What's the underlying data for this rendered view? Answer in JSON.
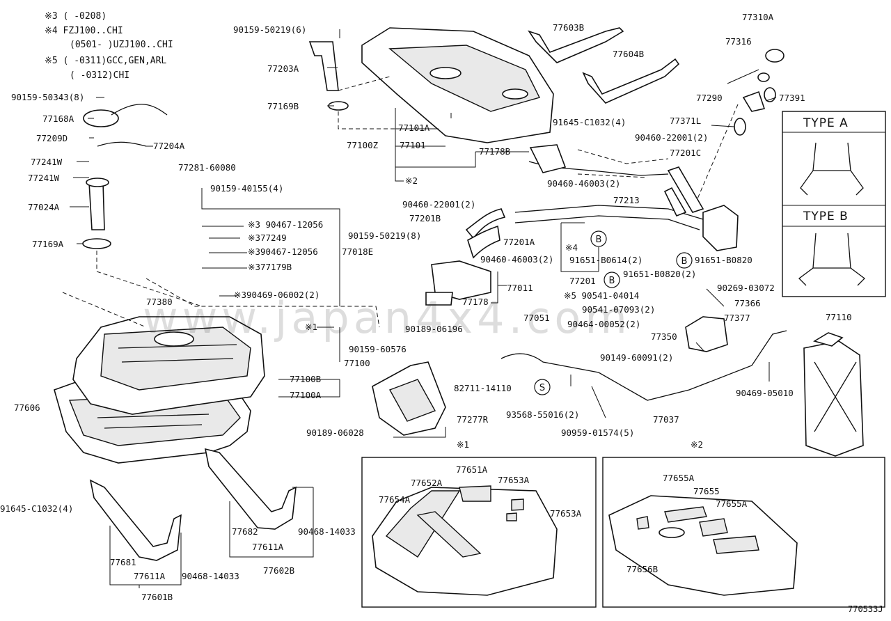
{
  "notes": [
    "※3 (     -0208)",
    "※4 FZJ100..CHI",
    "(0501-     )UZJ100..CHI",
    "※5 (     -0311)GCC,GEN,ARL",
    "(     -0312)CHI"
  ],
  "type_labels": [
    "TYPE A",
    "TYPE B"
  ],
  "sub_markers": [
    "※1",
    "※2"
  ],
  "circle_markers": [
    "B",
    "B",
    "B",
    "S"
  ],
  "watermark": "www.japan4x4.com",
  "reference": "770533J",
  "parts": [
    "90159-50219(6)",
    "77203A",
    "77169B",
    "90159-50343(8)",
    "77168A",
    "77209D",
    "77204A",
    "77241W",
    "77241W",
    "77281-60080",
    "77024A",
    "77169A",
    "90159-40155(4)",
    "※3 90467-12056",
    "※377249",
    "※390467-12056",
    "77018E",
    "※377179B",
    "※390469-06002(2)",
    "77380",
    "※1",
    "77100",
    "77100B",
    "77100A",
    "77606",
    "91645-C1032(4)",
    "77681",
    "77611A",
    "77601B",
    "90468-14033",
    "77682",
    "77611A",
    "77602B",
    "90468-14033",
    "77101A",
    "77100Z",
    "77101",
    "77178B",
    "※2",
    "77603B",
    "77604B",
    "91645-C1032(4)",
    "90460-22001(2)",
    "77201C",
    "90460-46003(2)",
    "77213",
    "77310A",
    "77316",
    "77290",
    "77391",
    "77371L",
    "90460-22001(2)",
    "77201B",
    "90159-50219(8)",
    "77201A",
    "90460-46003(2)",
    "※4",
    "91651-B0614(2)",
    "77201",
    "91651-B0820",
    "91651-B0820(2)",
    "90269-03072",
    "77011",
    "77178",
    "※5 90541-04014",
    "90541-07093(2)",
    "77366",
    "77051",
    "90464-00052(2)",
    "77377",
    "77110",
    "90189-06196",
    "77350",
    "90159-60576",
    "90149-60091(2)",
    "82711-14110",
    "90469-05010",
    "93568-55016(2)",
    "77037",
    "90959-01574(5)",
    "77277R",
    "90189-06028",
    "77651A",
    "77652A",
    "77653A",
    "77654A",
    "77653A",
    "77655A",
    "77655",
    "77655A",
    "77656B"
  ]
}
